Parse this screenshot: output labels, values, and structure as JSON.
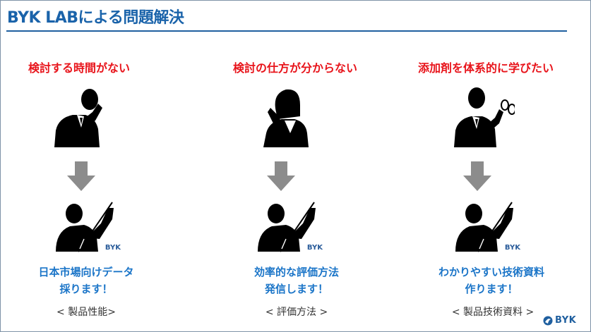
{
  "header": {
    "title": "BYK LABによる問題解決"
  },
  "columns": [
    {
      "problem": "検討する時間がない",
      "solution_line1": "日本市場向けデータ",
      "solution_line2": "採ります！",
      "category": "< 製品性能>",
      "byk_label": "BYK"
    },
    {
      "problem": "検討の仕方が分からない",
      "solution_line1": "効率的な評価方法",
      "solution_line2": "発信します！",
      "category": "< 評価方法 >",
      "byk_label": "BYK"
    },
    {
      "problem": "添加剤を体系的に学びたい",
      "solution_line1": "わかりやすい技術資料",
      "solution_line2": "作ります！",
      "category": "< 製品技術資料 >",
      "byk_label": "BYK"
    }
  ],
  "footer": {
    "logo_text": "BYK"
  },
  "colors": {
    "title": "#1a63aa",
    "problem": "#e8141b",
    "solution": "#1b75c8",
    "arrow": "#8c8c8c"
  },
  "icons": {
    "worried": [
      "man-thinking-icon",
      "woman-worried-icon",
      "man-with-glasses-icon"
    ],
    "presenter": "presenter-icon",
    "arrow": "arrow-down-icon",
    "logo": "byk-logo-icon"
  }
}
